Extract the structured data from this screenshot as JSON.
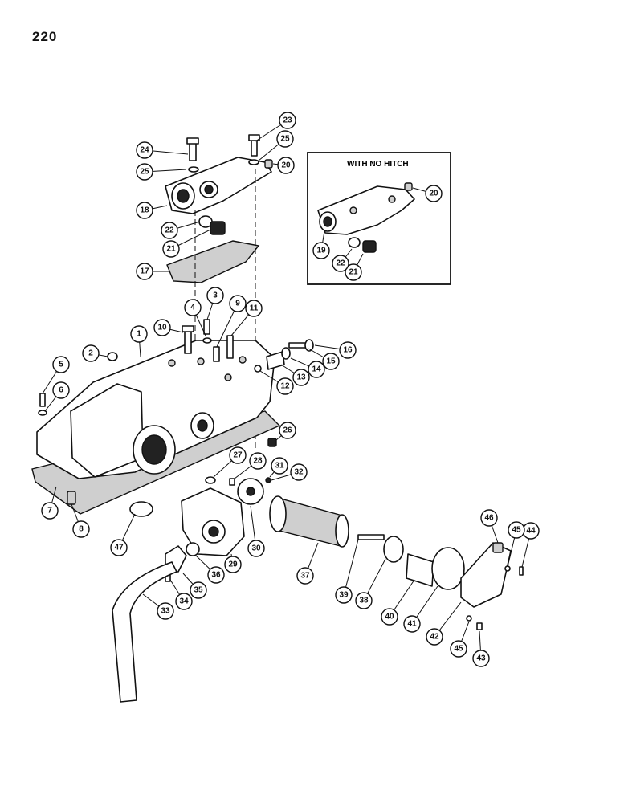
{
  "page": {
    "number": "220"
  },
  "inset": {
    "title": "WITH NO HITCH"
  },
  "callouts": [
    {
      "label": "1"
    },
    {
      "label": "2"
    },
    {
      "label": "3"
    },
    {
      "label": "4"
    },
    {
      "label": "5"
    },
    {
      "label": "6"
    },
    {
      "label": "7"
    },
    {
      "label": "8"
    },
    {
      "label": "9"
    },
    {
      "label": "10"
    },
    {
      "label": "11"
    },
    {
      "label": "12"
    },
    {
      "label": "13"
    },
    {
      "label": "14"
    },
    {
      "label": "15"
    },
    {
      "label": "16"
    },
    {
      "label": "17"
    },
    {
      "label": "18"
    },
    {
      "label": "19"
    },
    {
      "label": "20"
    },
    {
      "label": "20"
    },
    {
      "label": "21"
    },
    {
      "label": "21"
    },
    {
      "label": "22"
    },
    {
      "label": "22"
    },
    {
      "label": "23"
    },
    {
      "label": "24"
    },
    {
      "label": "25"
    },
    {
      "label": "25"
    },
    {
      "label": "26"
    },
    {
      "label": "27"
    },
    {
      "label": "28"
    },
    {
      "label": "29"
    },
    {
      "label": "30"
    },
    {
      "label": "31"
    },
    {
      "label": "32"
    },
    {
      "label": "33"
    },
    {
      "label": "34"
    },
    {
      "label": "35"
    },
    {
      "label": "36"
    },
    {
      "label": "37"
    },
    {
      "label": "38"
    },
    {
      "label": "39"
    },
    {
      "label": "40"
    },
    {
      "label": "41"
    },
    {
      "label": "42"
    },
    {
      "label": "43"
    },
    {
      "label": "44"
    },
    {
      "label": "45"
    },
    {
      "label": "45"
    },
    {
      "label": "46"
    },
    {
      "label": "47"
    }
  ]
}
